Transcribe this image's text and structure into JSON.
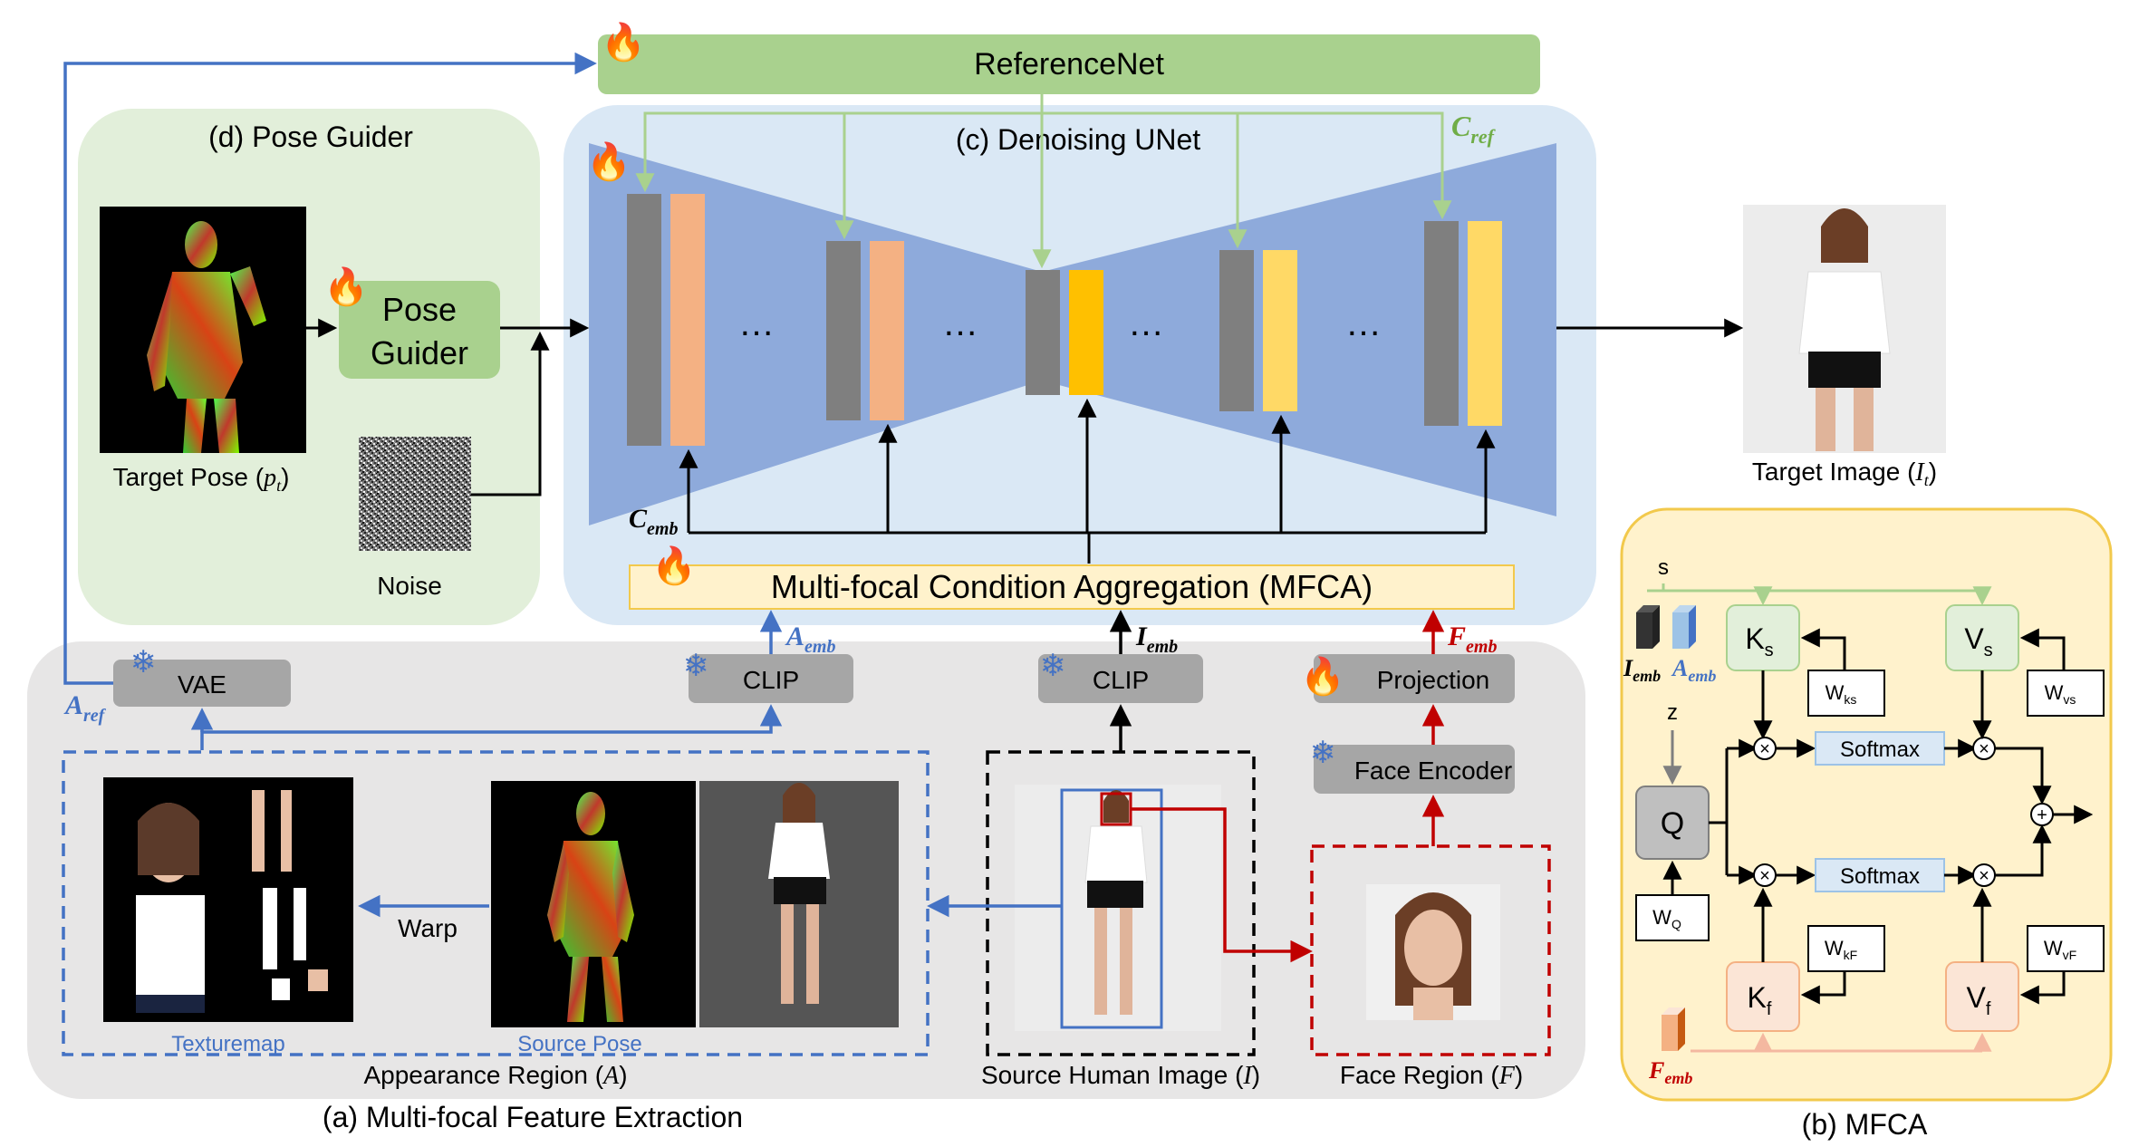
{
  "diagram": {
    "reference_net": "ReferenceNet",
    "denoising_unet": "(c) Denoising UNet",
    "c_ref": "C",
    "c_ref_sub": "ref",
    "c_emb": "C",
    "c_emb_sub": "emb",
    "ellipsis": "…",
    "pose_guider_panel": "(d) Pose Guider",
    "pose_guider_block_line1": "Pose",
    "pose_guider_block_line2": "Guider",
    "target_pose_label": "Target Pose (",
    "target_pose_var": "p",
    "target_pose_sub": "t",
    "target_pose_close": ")",
    "noise_label": "Noise",
    "mfca": "Multi-focal Condition Aggregation (MFCA)",
    "target_image_label": "Target Image (",
    "target_image_var": "I",
    "target_image_sub": "t",
    "target_image_close": ")",
    "vae": "VAE",
    "clip": "CLIP",
    "projection": "Projection",
    "face_encoder": "Face Encoder",
    "a_ref": "A",
    "a_ref_sub": "ref",
    "a_emb": "A",
    "a_emb_sub": "emb",
    "i_emb": "I",
    "i_emb_sub": "emb",
    "f_emb": "F",
    "f_emb_sub": "emb",
    "warp": "Warp",
    "texturemap": "Texturemap",
    "source_pose": "Source Pose",
    "appearance_region": "Appearance Region (",
    "appearance_var": "A",
    "source_human_image": "Source Human Image (",
    "source_var": "I",
    "face_region": "Face Region (",
    "face_var": "F",
    "close_paren": ")",
    "panel_a_title": "(a) Multi-focal Feature Extraction"
  },
  "mfca_detail": {
    "title": "(b) MFCA",
    "s": "s",
    "z": "z",
    "i_emb": "I",
    "i_emb_sub": "emb",
    "a_emb": "A",
    "a_emb_sub": "emb",
    "f_emb": "F",
    "f_emb_sub": "emb",
    "ks": "K",
    "ks_sub": "s",
    "vs": "V",
    "vs_sub": "s",
    "kf": "K",
    "kf_sub": "f",
    "vf": "V",
    "vf_sub": "f",
    "q": "Q",
    "wq": "W",
    "wq_sub": "Q",
    "wks": "W",
    "wks_sub": "ks",
    "wvs": "W",
    "wvs_sub": "vs",
    "wkf": "W",
    "wkf_sub": "kF",
    "wvf": "W",
    "wvf_sub": "vF",
    "softmax_top": "Softmax",
    "softmax_bottom": "Softmax",
    "times": "×",
    "plus": "+"
  },
  "colors": {
    "reference_net": "#a9d18e",
    "pose_panel": "#e2efda",
    "unet_panel": "#dae8f5",
    "unet_body": "#8eaadb",
    "bar_gray": "#7f7f7f",
    "bar_salmon": "#f4b183",
    "bar_gold": "#ffc000",
    "bar_yellow": "#ffd966",
    "mfca_box": "#fff2cc",
    "mfca_panel": "#fff2cc",
    "gray_panel": "#e7e6e6",
    "gray_block": "#a6a6a6",
    "blue_arrow": "#4472c4",
    "red_arrow": "#c00000",
    "green_arrow": "#a9d18e"
  }
}
